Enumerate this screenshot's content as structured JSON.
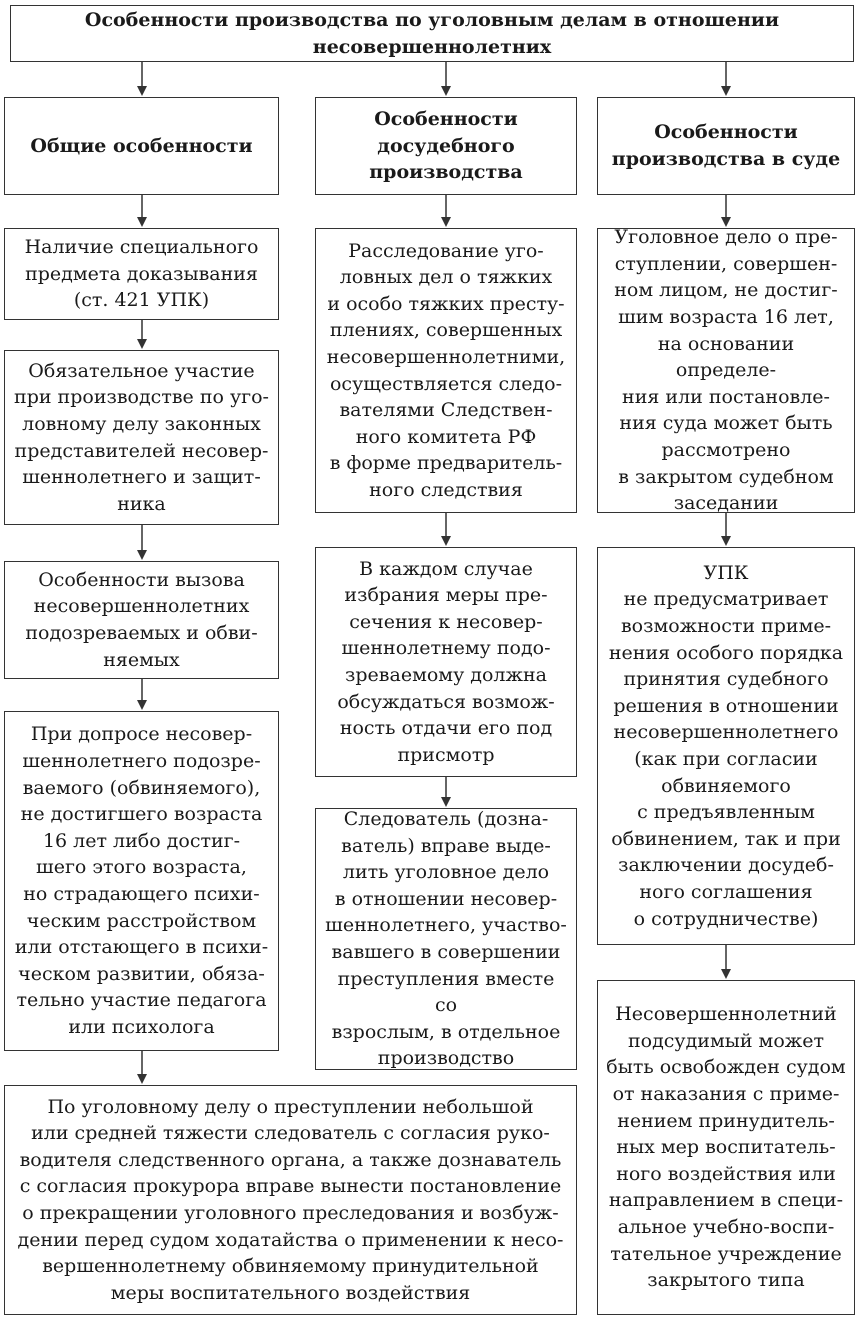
{
  "header": {
    "title": "Особенности производства по уголовным делам в отношении\nнесовершеннолетних"
  },
  "columns": {
    "general": {
      "heading": "Общие особенности",
      "items": [
        "Наличие специального\nпредмета доказывания\n(ст. 421 УПК)",
        "Обязательное участие\nпри производстве по уго-\nловному делу законных\nпредставителей несовер-\nшеннолетнего и защит-\nника",
        "Особенности вызова\nнесовершеннолетних\nподозреваемых и обви-\nняемых",
        "При допросе несовер-\nшеннолетнего подозре-\nваемого (обвиняемого),\nне достигшего возраста\n16 лет либо достиг-\nшего этого возраста,\nно страдающего психи-\nческим расстройством\nили отстающего в психи-\nческом развитии, обяза-\nтельно участие педагога\nили психолога"
      ]
    },
    "pretrial": {
      "heading": "Особенности\nдосудебного\nпроизводства",
      "items": [
        "Расследование уго-\nловных дел о тяжких\nи особо тяжких престу-\nплениях, совершенных\nнесовершеннолетними,\nосуществляется следо-\nвателями Следствен-\nного комитета РФ\nв форме предваритель-\nного следствия",
        "В каждом случае\nизбрания меры пре-\nсечения к несовер-\nшеннолетнему подо-\nзреваемому должна\nобсуждаться возмож-\nность отдачи его под\nприсмотр",
        "Следователь (дозна-\nватель) вправе выде-\nлить уголовное дело\nв отношении несовер-\nшеннолетнего, участво-\nвавшего в совершении\nпреступления вместе со\nвзрослым, в отдельное\nпроизводство"
      ]
    },
    "court": {
      "heading": "Особенности\nпроизводства в суде",
      "items": [
        "Уголовное дело о пре-\nступлении, совершен-\nном лицом, не достиг-\nшим возраста 16 лет,\nна основании определе-\nния или постановле-\nния суда может быть\nрассмотрено\nв закрытом судебном\nзаседании",
        "УПК\nне предусматривает\nвозможности приме-\nнения особого порядка\nпринятия судебного\nрешения в отношении\nнесовершеннолетнего\n(как при согласии\nобвиняемого\nс предъявленным\nобвинением, так и при\nзаключении досудеб-\nного соглашения\nо сотрудничестве)",
        "Несовершеннолетний\nподсудимый может\nбыть освобожден судом\nот наказания с приме-\nнением принудитель-\nных мер воспитатель-\nного воздействия или\nнаправлением в специ-\nальное учебно-воспи-\nтательное учреждение\nзакрытого типа"
      ]
    }
  },
  "bottom_note": "По уголовному делу о преступлении небольшой\nили средней тяжести следователь с согласия руко-\nводителя следственного органа, а также дознаватель\nс согласия прокурора вправе вынести постановление\nо прекращении уголовного преследования и возбуж-\nдении перед судом ходатайства о применении к несо-\nвершеннолетнему обвиняемому принудительной\nмеры воспитательного воздействия"
}
